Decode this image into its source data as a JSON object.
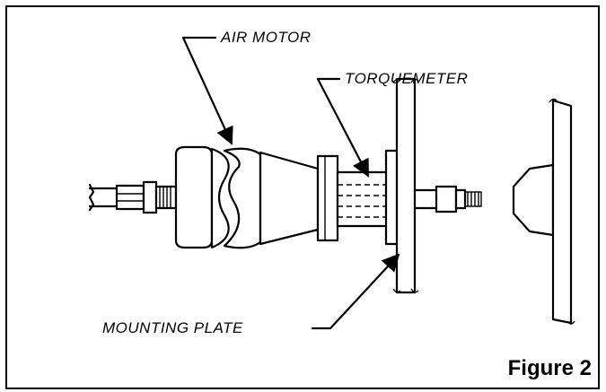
{
  "labels": {
    "air_motor": "AIR MOTOR",
    "torquemeter": "TORQUEMETER",
    "mounting_plate": "MOUNTING PLATE"
  },
  "caption": "Figure 2"
}
